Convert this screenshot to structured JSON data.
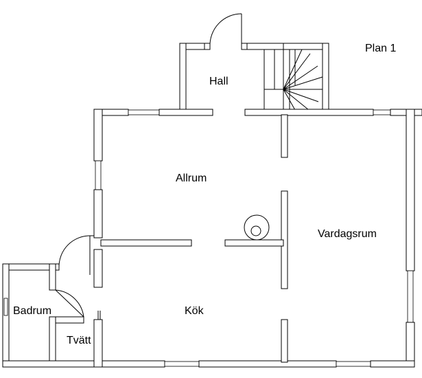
{
  "plan": {
    "title": "Plan 1",
    "rooms": {
      "hall": "Hall",
      "allrum": "Allrum",
      "vardagsrum": "Vardagsrum",
      "kok": "Kök",
      "badrum": "Badrum",
      "tvatt": "Tvätt"
    }
  }
}
